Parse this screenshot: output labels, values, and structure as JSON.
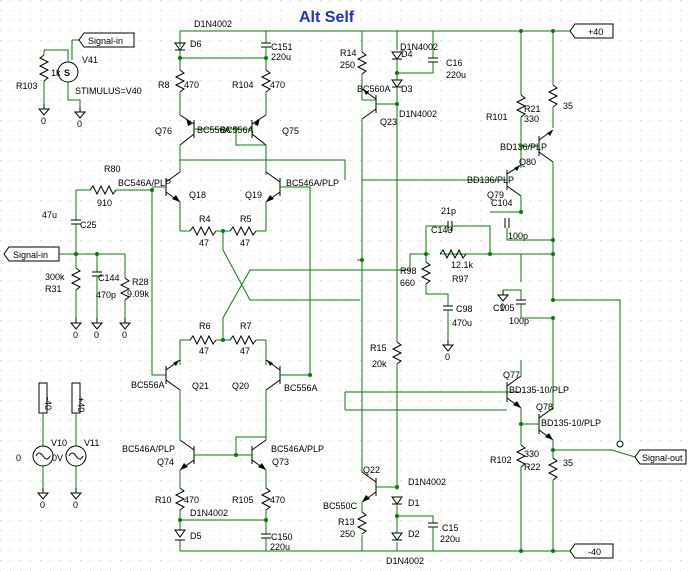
{
  "title": "Alt Self",
  "colors": {
    "title": "#1a33cc",
    "wire": "#008000",
    "component": "#000000",
    "grid": "#c8c8c8"
  },
  "offpage": {
    "signal_in_top": "Signal-in",
    "signal_in_left": "Signal-in",
    "signal_out": "Signal-out",
    "pos_rail": "+40",
    "neg_rail": "-40"
  },
  "labels": {
    "d1n4002_top": "D1N4002",
    "d6": "D6",
    "c151": "C151",
    "c151_v": "220u",
    "r8": "R8",
    "r8_v": "470",
    "r104": "R104",
    "r104_v": "470",
    "q76": "Q76",
    "q75": "Q75",
    "q76_75_type": "BC556A",
    "q76_75_type2": "BC556A",
    "r103": "R103",
    "r103_v": "1k",
    "v41": "V41",
    "stimulus": "STIMULUS=V40",
    "r80": "R80",
    "r80_v": "910",
    "bc546_left": "BC546A/PLP",
    "bc546_right": "BC546A/PLP",
    "q18": "Q18",
    "q19": "Q19",
    "r4": "R4",
    "r4_v": "47",
    "r5": "R5",
    "r5_v": "47",
    "c25_v": "47u",
    "c25": "C25",
    "r31_v": "300k",
    "r31": "R31",
    "c144": "C144",
    "c144_v": "470p",
    "r28": "R28",
    "r28_v": "9.09k",
    "r6": "R6",
    "r6_v": "47",
    "r7": "R7",
    "r7_v": "47",
    "bc556_left": "BC556A",
    "bc556_right": "BC556A",
    "q21": "Q21",
    "q20": "Q20",
    "bc546_lower_left": "BC546A/PLP",
    "bc546_lower_right": "BC546A/PLP",
    "q74": "Q74",
    "q73": "Q73",
    "r10": "R10",
    "r10_v": "470",
    "r105": "R105",
    "r105_v": "470",
    "d1n4002_bottom_left": "D1N4002",
    "d5": "D5",
    "c150": "C150",
    "c150_v": "220u",
    "v10_v": "-40",
    "v11_v": "+40",
    "v10": "V10",
    "v11": "V11",
    "zero_a": "0",
    "zero_b": "0V",
    "r14": "R14",
    "r14_v": "250",
    "d1n4002_d4": "D1N4002",
    "d4": "D4",
    "d3": "D3",
    "d1n4002_d3": "D1N4002",
    "c16": "C16",
    "c16_v": "220u",
    "bc560a": "BC560A",
    "q23": "Q23",
    "c143_v": "21p",
    "c143": "C143",
    "r97_v": "12.1k",
    "r97": "R97",
    "r98": "R98",
    "r98_v": "660",
    "c98": "C98",
    "c98_v": "470u",
    "r15": "R15",
    "r15_v": "20k",
    "q22": "Q22",
    "bc550c": "BC550C",
    "r13": "R13",
    "r13_v": "250",
    "d1n4002_d1": "D1N4002",
    "d1": "D1",
    "d2": "D2",
    "d1n4002_d2": "D1N4002",
    "c15": "C15",
    "c15_v": "220u",
    "r101": "R101",
    "r21": "R21",
    "r21_v": "330",
    "r_35_top": "35",
    "bd136_a": "BD136/PLP",
    "q80": "Q80",
    "bd136_b": "BD136/PLP",
    "q79": "Q79",
    "c104": "C104",
    "c104_v": "100p",
    "c105": "C105",
    "c105_v": "100p",
    "q77": "Q77",
    "bd135_a": "BD135-10/PLP",
    "q78": "Q78",
    "bd135_b": "BD135-10/PLP",
    "r102": "R102",
    "r22": "R22",
    "r22_v": "330",
    "r_35_bot": "35"
  }
}
